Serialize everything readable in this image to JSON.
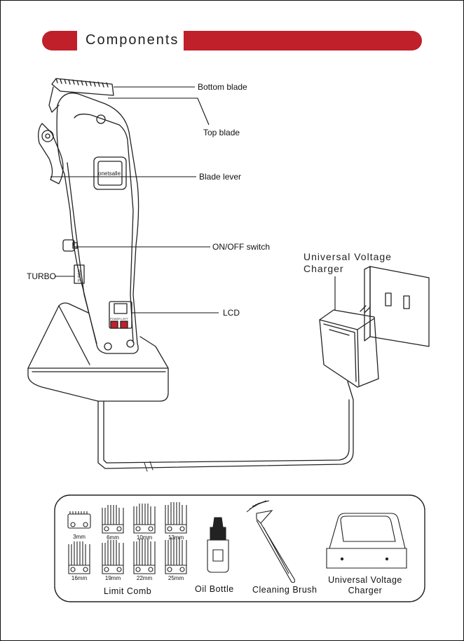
{
  "header": {
    "title": "Components",
    "accent_color": "#c0202a"
  },
  "labels": {
    "bottom_blade": "Bottom blade",
    "top_blade": "Top blade",
    "blade_lever": "Blade lever",
    "onoff_switch": "ON/OFF switch",
    "turbo": "TURBO",
    "lcd": "LCD",
    "charger_line1": "Universal Voltage",
    "charger_line2": "Charger"
  },
  "device_text": {
    "brand": "onetsalle",
    "power_left": "POWER LEFT",
    "turbo_badge": "TURBO"
  },
  "accessories": {
    "comb_sizes": [
      "3mm",
      "6mm",
      "10mm",
      "13mm",
      "16mm",
      "19mm",
      "22mm",
      "25mm"
    ],
    "limit_comb": "Limit Comb",
    "oil_bottle": "Oil Bottle",
    "cleaning_brush": "Cleaning Brush",
    "charger_line1": "Universal Voltage",
    "charger_line2": "Charger"
  }
}
